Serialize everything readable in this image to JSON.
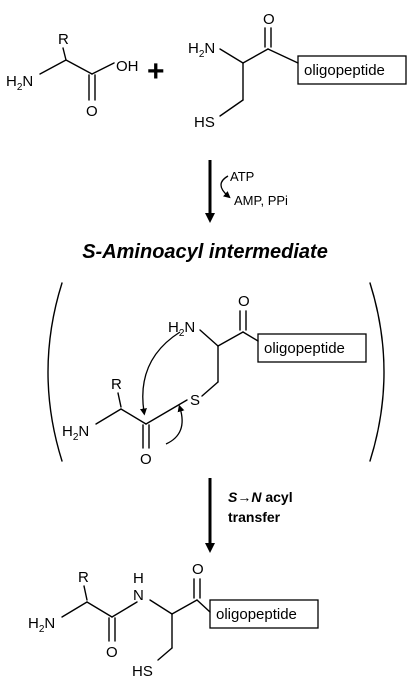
{
  "reactant_aa": {
    "r": "R",
    "h2n_h": "H",
    "h2n_sub": "2",
    "h2n_n": "N",
    "oh": "OH",
    "o": "O"
  },
  "plus": "+",
  "reactant_pep": {
    "h2n_h": "H",
    "h2n_sub": "2",
    "h2n_n": "N",
    "o": "O",
    "hs": "HS",
    "oligo": "oligopeptide"
  },
  "step1": {
    "atp": "ATP",
    "amp": "AMP, PPi"
  },
  "intermediate": {
    "title": "S-Aminoacyl intermediate",
    "h2n_top_h": "H",
    "h2n_top_sub": "2",
    "h2n_top_n": "N",
    "o_top": "O",
    "oligo": "oligopeptide",
    "r": "R",
    "h2n_h": "H",
    "h2n_sub": "2",
    "h2n_n": "N",
    "s": "S",
    "o": "O"
  },
  "step2": {
    "s": "S",
    "arrow": "→",
    "n": "N",
    "acyl": " acyl",
    "transfer": "transfer"
  },
  "product": {
    "r": "R",
    "h2n_h": "H",
    "h2n_sub": "2",
    "h2n_n": "N",
    "nh_h": "H",
    "nh_n": "N",
    "o_top": "O",
    "oligo": "oligopeptide",
    "o": "O",
    "hs": "HS"
  },
  "colors": {
    "ink": "#000000",
    "background": "#ffffff"
  }
}
